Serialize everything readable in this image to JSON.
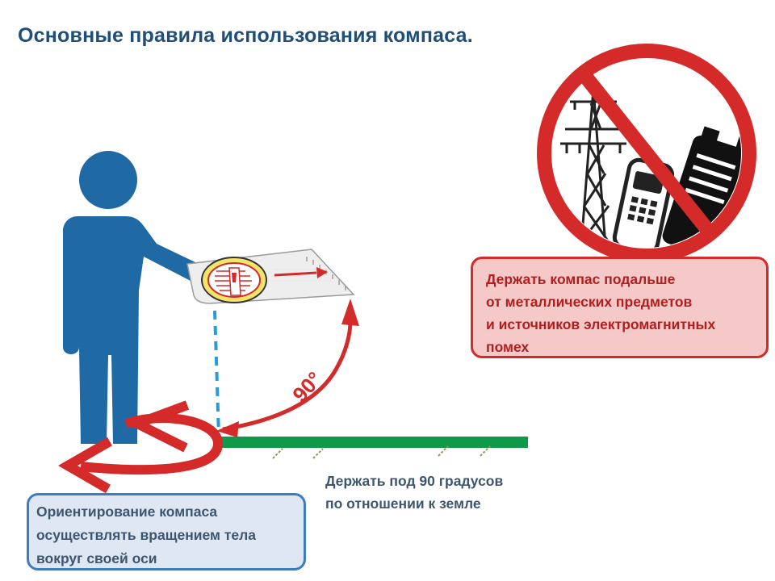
{
  "title": "Основные правила использования компаса.",
  "angle_label": "90°",
  "warning_box": {
    "lines": [
      "Держать компас подальше",
      "от металлических предметов",
      "и источников электромагнитных",
      "помех"
    ]
  },
  "ground_caption": {
    "lines": [
      "Держать под 90 градусов",
      "по отношении к земле"
    ]
  },
  "orientation_box": {
    "lines": [
      "Ориентирование компаса",
      "осуществлять вращением тела",
      "вокруг своей оси"
    ]
  },
  "colors": {
    "title": "#1f4e79",
    "person": "#1f6aa5",
    "arrow_red": "#d42a2a",
    "ground": "#0f9a4a",
    "dashed_line": "#2a9bd6",
    "warning_fill": "#f6c9c9",
    "info_fill": "#dfe7f2",
    "info_border": "#3e7cc0"
  },
  "icons": {
    "person": "person-silhouette-icon",
    "compass": "baseplate-compass-icon",
    "prohibition": "prohibition-sign-icon",
    "power_tower": "power-line-tower-icon",
    "phone": "mobile-phone-icon",
    "radio": "walkie-talkie-icon"
  }
}
